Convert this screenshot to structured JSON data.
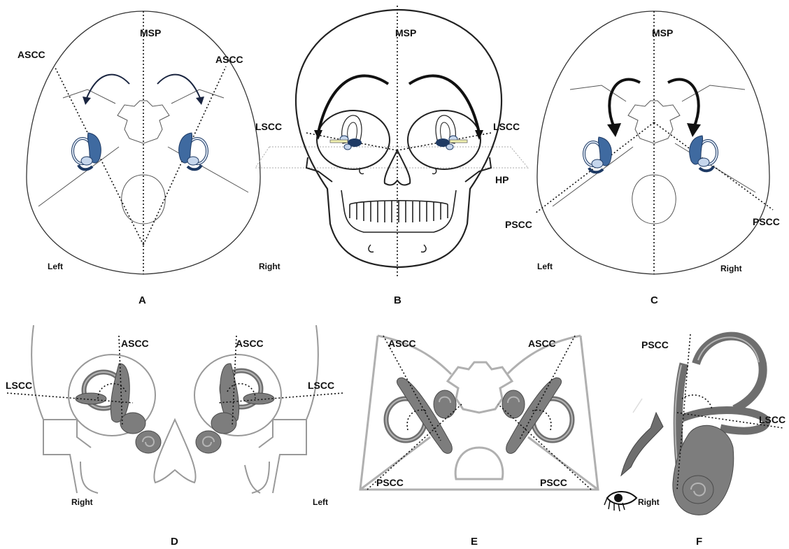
{
  "panels": {
    "A": {
      "panel_label": "A",
      "msp": "MSP",
      "ascc_left": "ASCC",
      "ascc_right": "ASCC",
      "side_left": "Left",
      "side_right": "Right"
    },
    "B": {
      "panel_label": "B",
      "msp": "MSP",
      "lscc_left": "LSCC",
      "lscc_right": "LSCC",
      "hp": "HP"
    },
    "C": {
      "panel_label": "C",
      "msp": "MSP",
      "pscc_left": "PSCC",
      "pscc_right": "PSCC",
      "side_left": "Left",
      "side_right": "Right"
    },
    "D": {
      "panel_label": "D",
      "ascc_1": "ASCC",
      "ascc_2": "ASCC",
      "lscc_1": "LSCC",
      "lscc_2": "LSCC",
      "side_right": "Right",
      "side_left": "Left"
    },
    "E": {
      "panel_label": "E",
      "ascc_1": "ASCC",
      "ascc_2": "ASCC",
      "pscc_1": "PSCC",
      "pscc_2": "PSCC"
    },
    "F": {
      "panel_label": "F",
      "pscc": "PSCC",
      "lscc": "LSCC",
      "side_right": "Right"
    }
  },
  "colors": {
    "canal_blue": "#3f6aa0",
    "canal_light_blue": "#c6d6ec",
    "bone_gray": "#7d7d7d"
  }
}
